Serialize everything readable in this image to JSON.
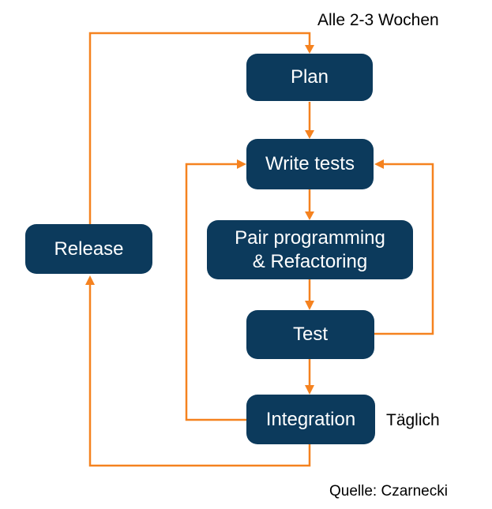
{
  "diagram": {
    "type": "flowchart",
    "subject": "Extreme Programming iteration cycle",
    "labels": {
      "cycle_long": "Alle 2-3 Wochen",
      "cycle_daily": "Täglich",
      "source": "Quelle: Czarnecki"
    },
    "nodes": {
      "plan": {
        "label": "Plan"
      },
      "write_tests": {
        "label": "Write tests"
      },
      "pair": {
        "line1": "Pair programming",
        "line2": "& Refactoring"
      },
      "test": {
        "label": "Test"
      },
      "integration": {
        "label": "Integration"
      },
      "release": {
        "label": "Release"
      }
    },
    "edges": [
      {
        "from": "Release",
        "to": "Plan",
        "label": "Alle 2-3 Wochen"
      },
      {
        "from": "Plan",
        "to": "Write tests"
      },
      {
        "from": "Write tests",
        "to": "Pair programming & Refactoring"
      },
      {
        "from": "Pair programming & Refactoring",
        "to": "Test"
      },
      {
        "from": "Test",
        "to": "Integration"
      },
      {
        "from": "Test",
        "to": "Write tests"
      },
      {
        "from": "Integration",
        "to": "Write tests",
        "label": "Täglich"
      },
      {
        "from": "Integration",
        "to": "Release"
      }
    ],
    "colors": {
      "node_fill": "#0C3A5C",
      "node_text": "#FFFFFF",
      "arrow": "#F5821F",
      "label_text": "#000000",
      "background": "#FFFFFF"
    }
  }
}
